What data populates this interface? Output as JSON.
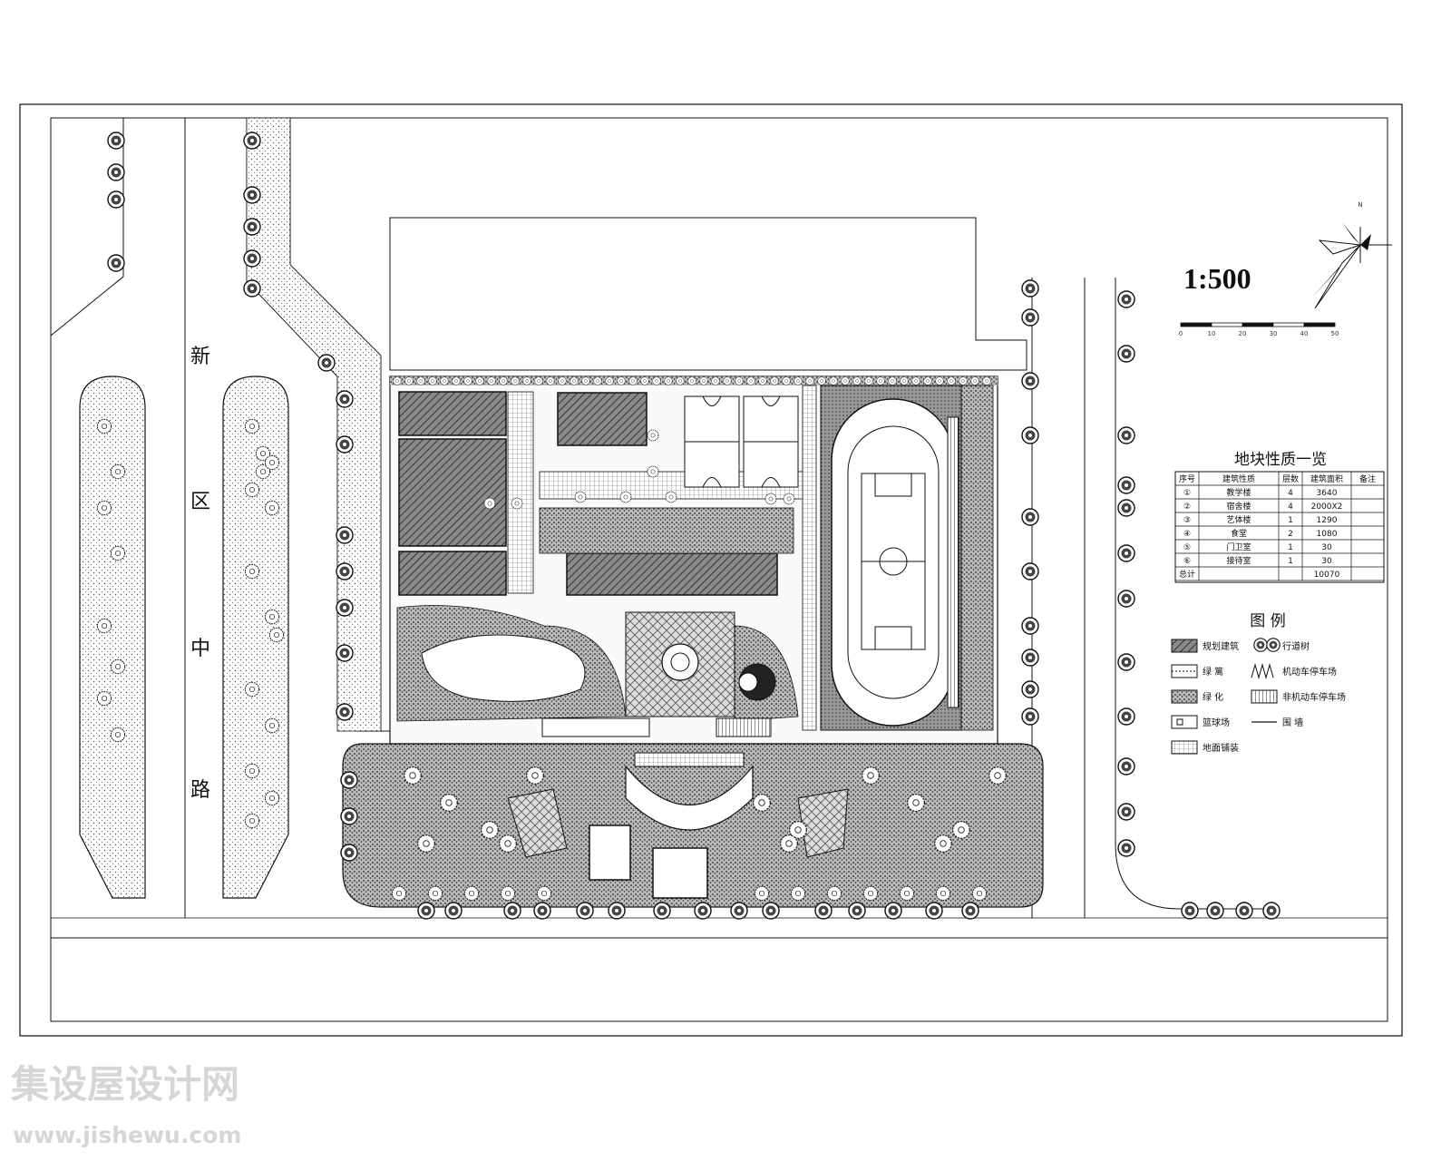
{
  "drawing": {
    "scale": "1:500",
    "north_label": "N",
    "scale_bar_ticks": [
      "0",
      "10",
      "20",
      "30",
      "40",
      "50"
    ],
    "road_name_chars": [
      "新",
      "区",
      "中",
      "路"
    ]
  },
  "site_table": {
    "title": "地块性质一览",
    "headers": [
      "序号",
      "建筑性质",
      "层数",
      "建筑面积",
      "备注"
    ],
    "rows": [
      {
        "no": "①",
        "name": "教学楼",
        "floors": "4",
        "area": "3640"
      },
      {
        "no": "②",
        "name": "宿舍楼",
        "floors": "4",
        "area": "2000X2"
      },
      {
        "no": "③",
        "name": "艺体楼",
        "floors": "1",
        "area": "1290"
      },
      {
        "no": "④",
        "name": "食堂",
        "floors": "2",
        "area": "1080"
      },
      {
        "no": "⑤",
        "name": "门卫室",
        "floors": "1",
        "area": "30"
      },
      {
        "no": "⑥",
        "name": "接待室",
        "floors": "1",
        "area": "30"
      }
    ],
    "total_label": "总计",
    "total_area": "10070"
  },
  "legend": {
    "title": "图 例",
    "items": [
      {
        "label": "规划建筑"
      },
      {
        "label": "行道树"
      },
      {
        "label": "绿 篱"
      },
      {
        "label": "机动车停车场"
      },
      {
        "label": "绿 化"
      },
      {
        "label": "非机动车停车场"
      },
      {
        "label": "篮球场"
      },
      {
        "label": "围 墙"
      },
      {
        "label": "地面铺装"
      }
    ]
  },
  "watermark": {
    "line1": "集设屋设计网",
    "line2": "www.jishewu.com"
  }
}
